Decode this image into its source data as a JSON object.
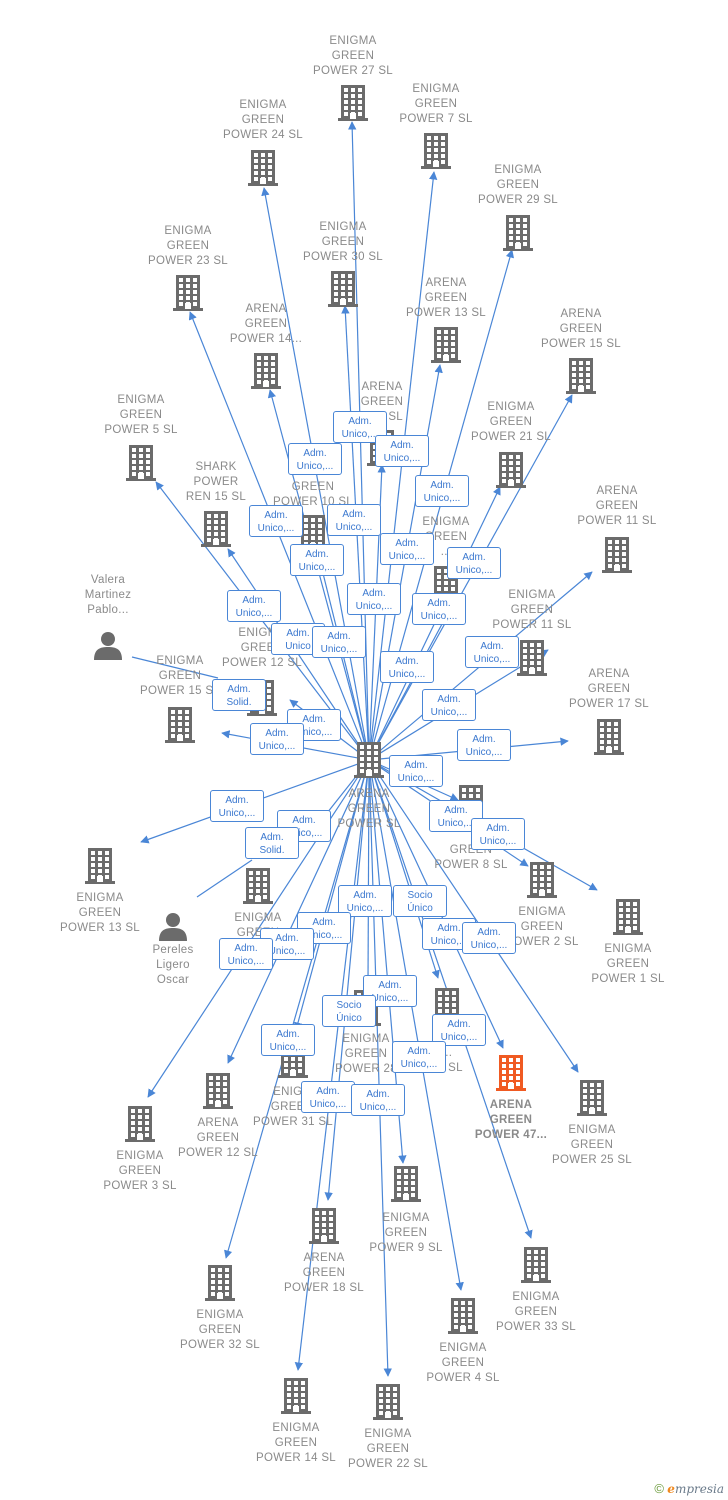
{
  "center": {
    "lines": [
      "ARENA",
      "GREEN",
      "POWER  SL"
    ]
  },
  "nodes": [
    {
      "id": "egp27",
      "type": "company",
      "lines": [
        "ENIGMA",
        "GREEN",
        "POWER 27  SL"
      ]
    },
    {
      "id": "egp7",
      "type": "company",
      "lines": [
        "ENIGMA",
        "GREEN",
        "POWER 7  SL"
      ]
    },
    {
      "id": "egp24",
      "type": "company",
      "lines": [
        "ENIGMA",
        "GREEN",
        "POWER 24  SL"
      ]
    },
    {
      "id": "egp29",
      "type": "company",
      "lines": [
        "ENIGMA",
        "GREEN",
        "POWER 29  SL"
      ]
    },
    {
      "id": "egp23",
      "type": "company",
      "lines": [
        "ENIGMA",
        "GREEN",
        "POWER 23  SL"
      ]
    },
    {
      "id": "egp30",
      "type": "company",
      "lines": [
        "ENIGMA",
        "GREEN",
        "POWER 30  SL"
      ]
    },
    {
      "id": "agp13",
      "type": "company",
      "lines": [
        "ARENA",
        "GREEN",
        "POWER 13  SL"
      ]
    },
    {
      "id": "agp14",
      "type": "company",
      "lines": [
        "ARENA",
        "GREEN",
        "POWER 14..."
      ]
    },
    {
      "id": "agp15a",
      "type": "company",
      "lines": [
        "ARENA",
        "GREEN",
        "POWER 15  SL"
      ]
    },
    {
      "id": "agp16",
      "type": "company",
      "lines": [
        "ARENA",
        "GREEN",
        "...16  SL"
      ]
    },
    {
      "id": "egp5",
      "type": "company",
      "lines": [
        "ENIGMA",
        "GREEN",
        "POWER 5  SL"
      ]
    },
    {
      "id": "egp21",
      "type": "company",
      "lines": [
        "ENIGMA",
        "GREEN",
        "POWER 21  SL"
      ]
    },
    {
      "id": "shark",
      "type": "company",
      "lines": [
        "SHARK",
        "POWER",
        "REN 15  SL"
      ]
    },
    {
      "id": "gp10",
      "type": "company",
      "lines": [
        "GREEN",
        "POWER 10  SL"
      ]
    },
    {
      "id": "agp11",
      "type": "company",
      "lines": [
        "ARENA",
        "GREEN",
        "POWER 11  SL"
      ]
    },
    {
      "id": "egp_mid",
      "type": "company",
      "lines": [
        "ENIGMA",
        "GREEN",
        "..."
      ]
    },
    {
      "id": "valera",
      "type": "person",
      "lines": [
        "Valera",
        "Martinez",
        "Pablo..."
      ]
    },
    {
      "id": "egp11",
      "type": "company",
      "lines": [
        "ENIGMA",
        "GREEN",
        "POWER 11  SL"
      ]
    },
    {
      "id": "egp12",
      "type": "company",
      "lines": [
        "ENIGMA",
        "GREEN",
        "POWER 12  SL"
      ]
    },
    {
      "id": "egp15",
      "type": "company",
      "lines": [
        "ENIGMA",
        "GREEN",
        "POWER 15  SL"
      ]
    },
    {
      "id": "agp17",
      "type": "company",
      "lines": [
        "ARENA",
        "GREEN",
        "POWER 17  SL"
      ]
    },
    {
      "id": "gp8",
      "type": "company",
      "lines": [
        "GREEN",
        "POWER 8  SL"
      ]
    },
    {
      "id": "egp13",
      "type": "company",
      "lines": [
        "ENIGMA",
        "GREEN",
        "POWER 13  SL"
      ]
    },
    {
      "id": "egp2",
      "type": "company",
      "lines": [
        "ENIGMA",
        "GREEN",
        "POWER 2  SL"
      ]
    },
    {
      "id": "egp1",
      "type": "company",
      "lines": [
        "ENIGMA",
        "GREEN",
        "POWER 1  SL"
      ]
    },
    {
      "id": "egp_low",
      "type": "company",
      "lines": [
        "ENIGMA",
        "GREEN",
        "..."
      ]
    },
    {
      "id": "pereles",
      "type": "person",
      "lines": [
        "Pereles",
        "Ligero",
        "Oscar"
      ]
    },
    {
      "id": "egp28",
      "type": "company",
      "lines": [
        "ENIGMA",
        "GREEN",
        "POWER 28"
      ]
    },
    {
      "id": "p19",
      "type": "company",
      "lines": [
        "A...",
        "...",
        "19  SL"
      ]
    },
    {
      "id": "agp47",
      "type": "company",
      "highlight": true,
      "lines": [
        "ARENA",
        "GREEN",
        "POWER 47..."
      ]
    },
    {
      "id": "egp25",
      "type": "company",
      "lines": [
        "ENIGMA",
        "GREEN",
        "POWER 25  SL"
      ]
    },
    {
      "id": "agp12",
      "type": "company",
      "lines": [
        "ARENA",
        "GREEN",
        "POWER 12  SL"
      ]
    },
    {
      "id": "egp31",
      "type": "company",
      "lines": [
        "ENIG...",
        "GREE...",
        "POWER 31  SL"
      ]
    },
    {
      "id": "egp3",
      "type": "company",
      "lines": [
        "ENIGMA",
        "GREEN",
        "POWER 3  SL"
      ]
    },
    {
      "id": "egp9",
      "type": "company",
      "lines": [
        "ENIGMA",
        "GREEN",
        "POWER 9  SL"
      ]
    },
    {
      "id": "agp18",
      "type": "company",
      "lines": [
        "ARENA",
        "GREEN",
        "POWER 18  SL"
      ]
    },
    {
      "id": "egp33",
      "type": "company",
      "lines": [
        "ENIGMA",
        "GREEN",
        "POWER 33  SL"
      ]
    },
    {
      "id": "egp32",
      "type": "company",
      "lines": [
        "ENIGMA",
        "GREEN",
        "POWER 32  SL"
      ]
    },
    {
      "id": "egp4",
      "type": "company",
      "lines": [
        "ENIGMA",
        "GREEN",
        "POWER 4  SL"
      ]
    },
    {
      "id": "egp14",
      "type": "company",
      "lines": [
        "ENIGMA",
        "GREEN",
        "POWER 14  SL"
      ]
    },
    {
      "id": "egp22",
      "type": "company",
      "lines": [
        "ENIGMA",
        "GREEN",
        "POWER 22  SL"
      ]
    }
  ],
  "badges": [
    {
      "lines": [
        "Adm.",
        "Unico,..."
      ]
    },
    {
      "lines": [
        "Adm.",
        "Unico,..."
      ]
    },
    {
      "lines": [
        "Adm.",
        "Unico,..."
      ]
    },
    {
      "lines": [
        "Adm.",
        "Unico,..."
      ]
    },
    {
      "lines": [
        "Adm.",
        "Unico,..."
      ]
    },
    {
      "lines": [
        "Adm.",
        "Unico,..."
      ]
    },
    {
      "lines": [
        "Adm.",
        "Unico,..."
      ]
    },
    {
      "lines": [
        "Adm.",
        "Unico,..."
      ]
    },
    {
      "lines": [
        "Adm.",
        "Unico,..."
      ]
    },
    {
      "lines": [
        "Adm.",
        "Unico,..."
      ]
    },
    {
      "lines": [
        "Adm.",
        "Unico,..."
      ]
    },
    {
      "lines": [
        "Adm.",
        "Unico,..."
      ]
    },
    {
      "lines": [
        "Adm.",
        "Unico"
      ]
    },
    {
      "lines": [
        "Adm.",
        "Unico,..."
      ]
    },
    {
      "lines": [
        "Adm.",
        "Unico,..."
      ]
    },
    {
      "lines": [
        "Adm.",
        "Unico,..."
      ]
    },
    {
      "lines": [
        "Adm.",
        "Solid."
      ]
    },
    {
      "lines": [
        "Adm.",
        "Unico,..."
      ]
    },
    {
      "lines": [
        "Adm.",
        "Unico,..."
      ]
    },
    {
      "lines": [
        "Adm.",
        "Unico,..."
      ]
    },
    {
      "lines": [
        "Adm.",
        "Unico,..."
      ]
    },
    {
      "lines": [
        "Adm.",
        "Unico,..."
      ]
    },
    {
      "lines": [
        "Adm.",
        "Unico,..."
      ]
    },
    {
      "lines": [
        "Adm.",
        "Unico,..."
      ]
    },
    {
      "lines": [
        "Adm.",
        "Unico,..."
      ]
    },
    {
      "lines": [
        "Adm.",
        "Unico,..."
      ]
    },
    {
      "lines": [
        "Adm.",
        "Solid."
      ]
    },
    {
      "lines": [
        "Adm.",
        "Unico,..."
      ]
    },
    {
      "lines": [
        "Socio",
        "Único"
      ]
    },
    {
      "lines": [
        "Adm.",
        "Unico,..."
      ]
    },
    {
      "lines": [
        "Adm.",
        "Unico,..."
      ]
    },
    {
      "lines": [
        "Adm.",
        "Unico,..."
      ]
    },
    {
      "lines": [
        "Adm.",
        "Unico,..."
      ]
    },
    {
      "lines": [
        "Adm.",
        "Unico,..."
      ]
    },
    {
      "lines": [
        "Adm.",
        "Unico,..."
      ]
    },
    {
      "lines": [
        "Socio",
        "Único"
      ]
    },
    {
      "lines": [
        "Adm.",
        "Unico,..."
      ]
    },
    {
      "lines": [
        "Adm.",
        "Unico,..."
      ]
    },
    {
      "lines": [
        "Adm.",
        "Unico,..."
      ]
    },
    {
      "lines": [
        "Adm.",
        "Unico,..."
      ]
    },
    {
      "lines": [
        "Adm.",
        "Unico,..."
      ]
    },
    {
      "lines": [
        "Adm.",
        "Unico,..."
      ]
    }
  ],
  "footer": {
    "copyright": "©",
    "brand_initial": "e",
    "brand_rest": "mpresia"
  },
  "colors": {
    "edge": "#4a86d6",
    "node_icon": "#6b6b6b",
    "highlight": "#f05a22",
    "label": "#8a8a8a"
  }
}
